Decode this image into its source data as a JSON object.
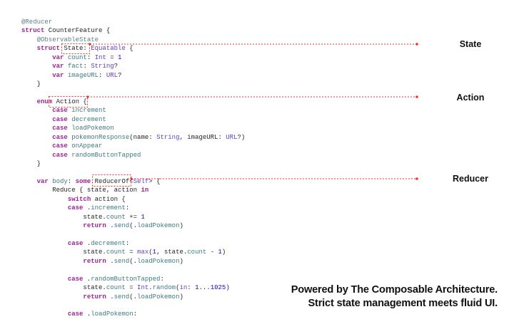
{
  "code_lines": [
    [
      [
        "at",
        "@Reducer"
      ]
    ],
    [
      [
        "kw",
        "struct"
      ],
      [
        "pl",
        " CounterFeature {"
      ]
    ],
    [
      [
        "pl",
        "    "
      ],
      [
        "at",
        "@ObservableState"
      ]
    ],
    [
      [
        "pl",
        "    "
      ],
      [
        "kw",
        "struct"
      ],
      [
        "pl",
        " State: "
      ],
      [
        "ty",
        "Equatable"
      ],
      [
        "pl",
        " {"
      ]
    ],
    [
      [
        "pl",
        "        "
      ],
      [
        "kw",
        "var"
      ],
      [
        "pr",
        " count"
      ],
      [
        "pl",
        ": "
      ],
      [
        "ty",
        "Int"
      ],
      [
        "pl",
        " = "
      ],
      [
        "nm",
        "1"
      ]
    ],
    [
      [
        "pl",
        "        "
      ],
      [
        "kw",
        "var"
      ],
      [
        "pr",
        " fact"
      ],
      [
        "pl",
        ": "
      ],
      [
        "ty",
        "String"
      ],
      [
        "pl",
        "?"
      ]
    ],
    [
      [
        "pl",
        "        "
      ],
      [
        "kw",
        "var"
      ],
      [
        "pr",
        " imageURL"
      ],
      [
        "pl",
        ": "
      ],
      [
        "ty",
        "URL"
      ],
      [
        "pl",
        "?"
      ]
    ],
    [
      [
        "pl",
        "    }"
      ]
    ],
    [],
    [
      [
        "pl",
        "    "
      ],
      [
        "kw",
        "enum"
      ],
      [
        "pl",
        " Action {"
      ]
    ],
    [
      [
        "pl",
        "        "
      ],
      [
        "kw",
        "case"
      ],
      [
        "pr",
        " increment"
      ]
    ],
    [
      [
        "pl",
        "        "
      ],
      [
        "kw",
        "case"
      ],
      [
        "pr",
        " decrement"
      ]
    ],
    [
      [
        "pl",
        "        "
      ],
      [
        "kw",
        "case"
      ],
      [
        "pr",
        " loadPokemon"
      ]
    ],
    [
      [
        "pl",
        "        "
      ],
      [
        "kw",
        "case"
      ],
      [
        "pr",
        " pokemonResponse"
      ],
      [
        "pl",
        "(name: "
      ],
      [
        "ty",
        "String"
      ],
      [
        "pl",
        ", imageURL: "
      ],
      [
        "ty",
        "URL"
      ],
      [
        "pl",
        "?)"
      ]
    ],
    [
      [
        "pl",
        "        "
      ],
      [
        "kw",
        "case"
      ],
      [
        "pr",
        " onAppear"
      ]
    ],
    [
      [
        "pl",
        "        "
      ],
      [
        "kw",
        "case"
      ],
      [
        "pr",
        " randomButtonTapped"
      ]
    ],
    [
      [
        "pl",
        "    }"
      ]
    ],
    [],
    [
      [
        "pl",
        "    "
      ],
      [
        "kw",
        "var"
      ],
      [
        "pr",
        " body"
      ],
      [
        "pl",
        ": "
      ],
      [
        "kw",
        "some"
      ],
      [
        "pl",
        " ReducerOf<"
      ],
      [
        "ty",
        "Self"
      ],
      [
        "pl",
        "> {"
      ]
    ],
    [
      [
        "pl",
        "        Reduce { state, action "
      ],
      [
        "kw",
        "in"
      ]
    ],
    [
      [
        "pl",
        "            "
      ],
      [
        "kw",
        "switch"
      ],
      [
        "pl",
        " action {"
      ]
    ],
    [
      [
        "pl",
        "            "
      ],
      [
        "kw",
        "case"
      ],
      [
        "pl",
        " ."
      ],
      [
        "pr",
        "increment"
      ],
      [
        "pl",
        ":"
      ]
    ],
    [
      [
        "pl",
        "                state."
      ],
      [
        "pr",
        "count"
      ],
      [
        "pl",
        " += "
      ],
      [
        "nm",
        "1"
      ]
    ],
    [
      [
        "pl",
        "                "
      ],
      [
        "kw",
        "return"
      ],
      [
        "pl",
        " ."
      ],
      [
        "pr",
        "send"
      ],
      [
        "pl",
        "(."
      ],
      [
        "pr",
        "loadPokemon"
      ],
      [
        "pl",
        ")"
      ]
    ],
    [],
    [
      [
        "pl",
        "            "
      ],
      [
        "kw",
        "case"
      ],
      [
        "pl",
        " ."
      ],
      [
        "pr",
        "decrement"
      ],
      [
        "pl",
        ":"
      ]
    ],
    [
      [
        "pl",
        "                state."
      ],
      [
        "pr",
        "count"
      ],
      [
        "pl",
        " = "
      ],
      [
        "fn",
        "max"
      ],
      [
        "pl",
        "("
      ],
      [
        "nm",
        "1"
      ],
      [
        "pl",
        ", state."
      ],
      [
        "pr",
        "count"
      ],
      [
        "pl",
        " - "
      ],
      [
        "nm",
        "1"
      ],
      [
        "pl",
        ")"
      ]
    ],
    [
      [
        "pl",
        "                "
      ],
      [
        "kw",
        "return"
      ],
      [
        "pl",
        " ."
      ],
      [
        "pr",
        "send"
      ],
      [
        "pl",
        "(."
      ],
      [
        "pr",
        "loadPokemon"
      ],
      [
        "pl",
        ")"
      ]
    ],
    [],
    [
      [
        "pl",
        "            "
      ],
      [
        "kw",
        "case"
      ],
      [
        "pl",
        " ."
      ],
      [
        "pr",
        "randomButtonTapped"
      ],
      [
        "pl",
        ":"
      ]
    ],
    [
      [
        "pl",
        "                state."
      ],
      [
        "pr",
        "count"
      ],
      [
        "pl",
        " = "
      ],
      [
        "ty",
        "Int"
      ],
      [
        "pl",
        "."
      ],
      [
        "pr",
        "random"
      ],
      [
        "pl",
        "("
      ],
      [
        "fn",
        "in"
      ],
      [
        "pl",
        ": "
      ],
      [
        "nm",
        "1"
      ],
      [
        "pl",
        "..."
      ],
      [
        "nm",
        "1025"
      ],
      [
        "pl",
        ")"
      ]
    ],
    [
      [
        "pl",
        "                "
      ],
      [
        "kw",
        "return"
      ],
      [
        "pl",
        " ."
      ],
      [
        "pr",
        "send"
      ],
      [
        "pl",
        "(."
      ],
      [
        "pr",
        "loadPokemon"
      ],
      [
        "pl",
        ")"
      ]
    ],
    [],
    [
      [
        "pl",
        "            "
      ],
      [
        "kw",
        "case"
      ],
      [
        "pl",
        " ."
      ],
      [
        "pr",
        "loadPokemon"
      ],
      [
        "pl",
        ":"
      ]
    ]
  ],
  "annotations": {
    "state_label": "State",
    "action_label": "Action",
    "reducer_label": "Reducer"
  },
  "tagline": {
    "line1": "Powered by The Composable Architecture.",
    "line2": "Strict state management meets fluid UI."
  },
  "colors": {
    "annotation": "#e8352b",
    "keyword": "#9b2393",
    "type": "#5d3fc4",
    "property": "#3e7a80"
  }
}
